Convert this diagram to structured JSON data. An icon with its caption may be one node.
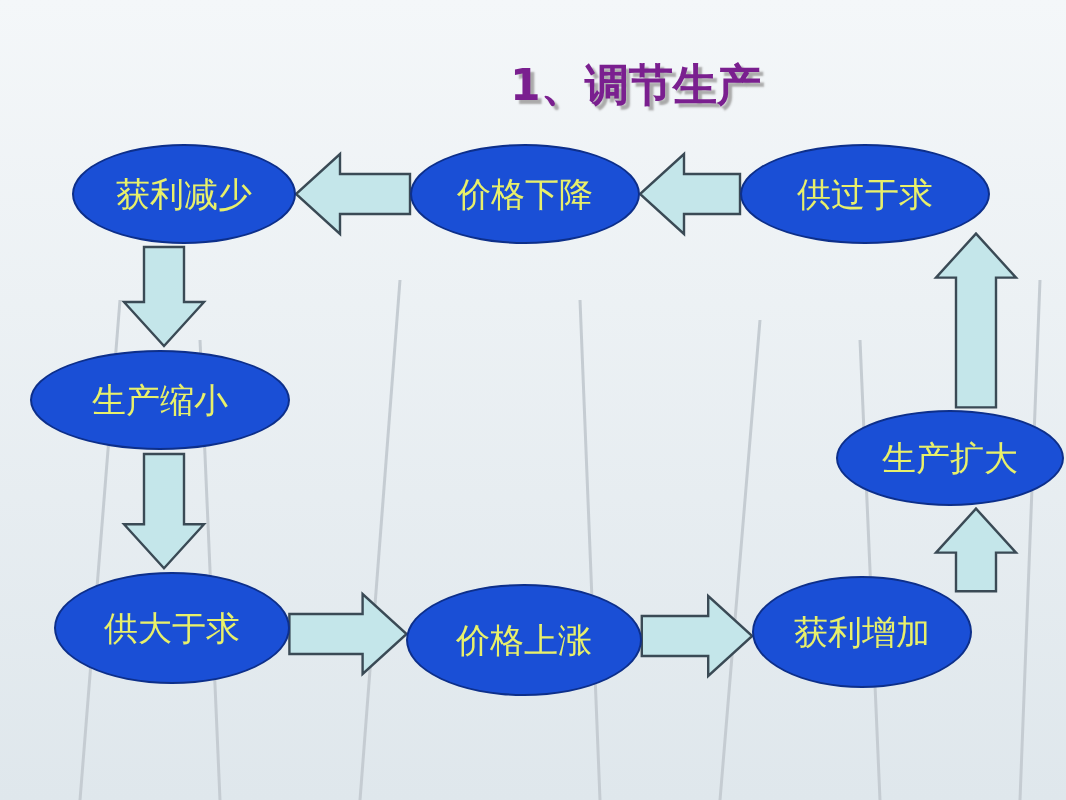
{
  "diagram": {
    "title": "1、调节生产",
    "nodes": [
      {
        "text": [
          "供过于求"
        ]
      },
      {
        "text": [
          "价格下降"
        ]
      },
      {
        "text": [
          "获利减少"
        ]
      },
      {
        "text": [
          "生产缩小"
        ]
      },
      {
        "text": [
          "供大于求"
        ]
      },
      {
        "text": [
          "价格上涨"
        ]
      },
      {
        "text": [
          "获利增加"
        ]
      },
      {
        "text": [
          "生产扩大"
        ]
      }
    ],
    "edges": [
      {
        "from": 0,
        "to": 1,
        "arrow": "to"
      },
      {
        "from": 1,
        "to": 2,
        "arrow": "to"
      },
      {
        "from": 2,
        "to": 3,
        "arrow": "to"
      },
      {
        "from": 3,
        "to": 4,
        "arrow": "to"
      },
      {
        "from": 4,
        "to": 5,
        "arrow": "to"
      },
      {
        "from": 5,
        "to": 6,
        "arrow": "to"
      },
      {
        "from": 6,
        "to": 7,
        "arrow": "to"
      },
      {
        "from": 7,
        "to": 0,
        "arrow": "to"
      }
    ]
  }
}
